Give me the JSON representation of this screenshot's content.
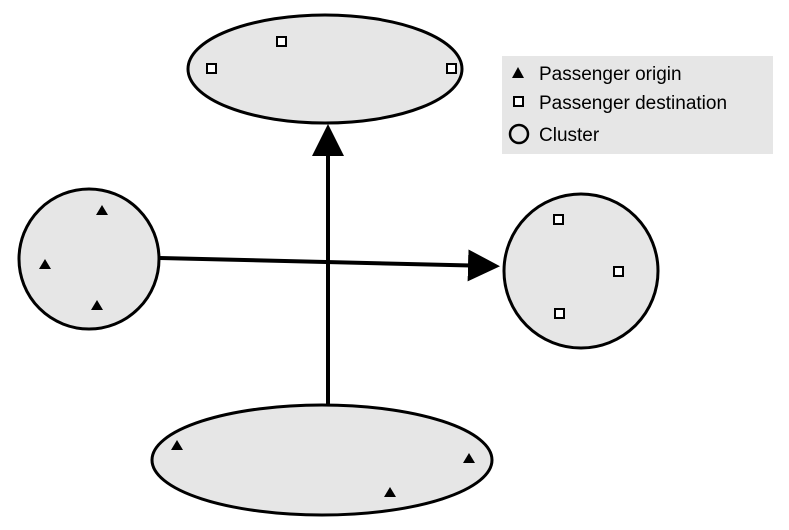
{
  "legend": {
    "items": [
      {
        "symbol": "triangle",
        "label": "Passenger origin"
      },
      {
        "symbol": "square",
        "label": "Passenger destination"
      },
      {
        "symbol": "circle",
        "label": "Cluster"
      }
    ]
  },
  "clusters": [
    {
      "id": "top",
      "role": "destination",
      "members": 3
    },
    {
      "id": "left",
      "role": "origin",
      "members": 3
    },
    {
      "id": "right",
      "role": "destination",
      "members": 3
    },
    {
      "id": "bottom",
      "role": "origin",
      "members": 3
    }
  ],
  "flows": [
    {
      "from": "left",
      "to": "right"
    },
    {
      "from": "bottom",
      "to": "top"
    }
  ],
  "colors": {
    "cluster_fill": "#e6e6e6",
    "legend_background": "#e6e6e6",
    "stroke": "#000000"
  }
}
